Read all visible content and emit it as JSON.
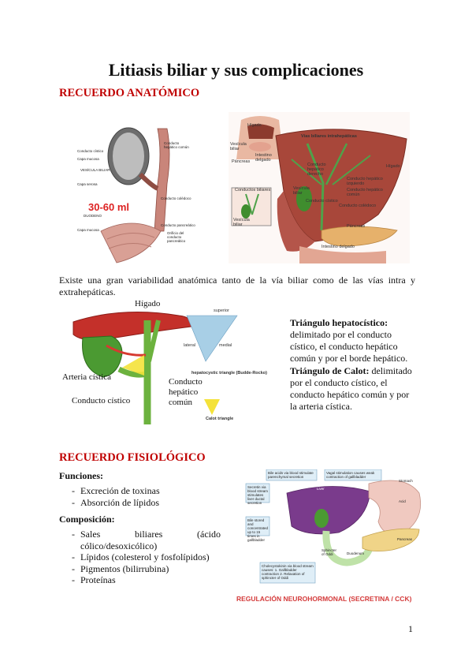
{
  "title": "Litiasis biliar y sus complicaciones",
  "sections": {
    "anatomico": "RECUERDO ANATÓMICO",
    "fisiologico": "RECUERDO FISIOLÓGICO"
  },
  "figure1": {
    "volume": "30-60 ml",
    "labels": [
      "Conducto cístico",
      "Capa mucosa",
      "VESÍCULA BILIAR",
      "Capa serosa",
      "DUODENO",
      "Capa mucosa",
      "Conducto hepático común",
      "Conducto colédoco",
      "Conducto pancreático",
      "Orificio del conducto pancreático"
    ]
  },
  "figure2": {
    "labels": [
      "Hígado",
      "Vesícula biliar",
      "Páncreas",
      "Intestino delgado",
      "Vías biliares intrahepáticas",
      "Conducto hepático derecho",
      "Conducto hepático izquierdo",
      "Conducto hepático común",
      "Conducto cístico",
      "Vesícula biliar",
      "Conducto colédoco",
      "Páncreas",
      "Intestino delgado",
      "Hígado",
      "Conductos biliares",
      "Vesícula biliar"
    ]
  },
  "paragraph1": "Existe una gran variabilidad anatómica tanto de la vía biliar como de las vías intra y extrahepáticas.",
  "figure3": {
    "higado": "Hígado",
    "arteria": "Arteria cística",
    "cistico": "Conducto cístico",
    "hepatico_comun": "Conducto\nhepático\ncomún",
    "superior": "superior",
    "lateral": "lateral",
    "medial": "medial",
    "triangle_caption": "hepatocystic triangle (Budde-Rocko)",
    "calot_caption": "Calot triangle"
  },
  "definitions": [
    {
      "term": "Triángulo hepatocístico:",
      "text": "delimitado por el conducto cístico, el conducto hepático común y por el borde hepático."
    },
    {
      "term": "Triángulo de Calot:",
      "text": "delimitado por el conducto cístico, el conducto hepático común y por la arteria cística."
    }
  ],
  "funciones": {
    "heading": "Funciones:",
    "items": [
      "Excreción de toxinas",
      "Absorción de lípidos"
    ]
  },
  "composicion": {
    "heading": "Composición:",
    "items": [
      "Sales biliares (ácido cólico/desoxicólico)",
      "Lípidos (colesterol y fosfolípidos)",
      "Pigmentos (bilirrubina)",
      "Proteínas"
    ]
  },
  "figure4": {
    "box1": "Bile acids via blood stimulate parenchymal secretion",
    "box2": "Vagal stimulation causes weak contraction of gallbladder",
    "box3": "Secretin via blood stream stimulates liver ductal secretion",
    "box4": "Bile stored and concentrated up to 15 times in gallbladder",
    "box5": "Cholecystokinin via blood stream causes: 1. Gallbladder contraction 2. Relaxation of sphincter of Oddi",
    "liver": "Liver",
    "stomach": "Stomach",
    "acid": "Acid",
    "pancreas": "Pancreas",
    "sphincter": "Sphincter of Oddi",
    "duodenum": "Duodenum",
    "caption": "REGULACIÓN NEUROHORMONAL (SECRETINA / CCK)"
  },
  "page_number": "1"
}
